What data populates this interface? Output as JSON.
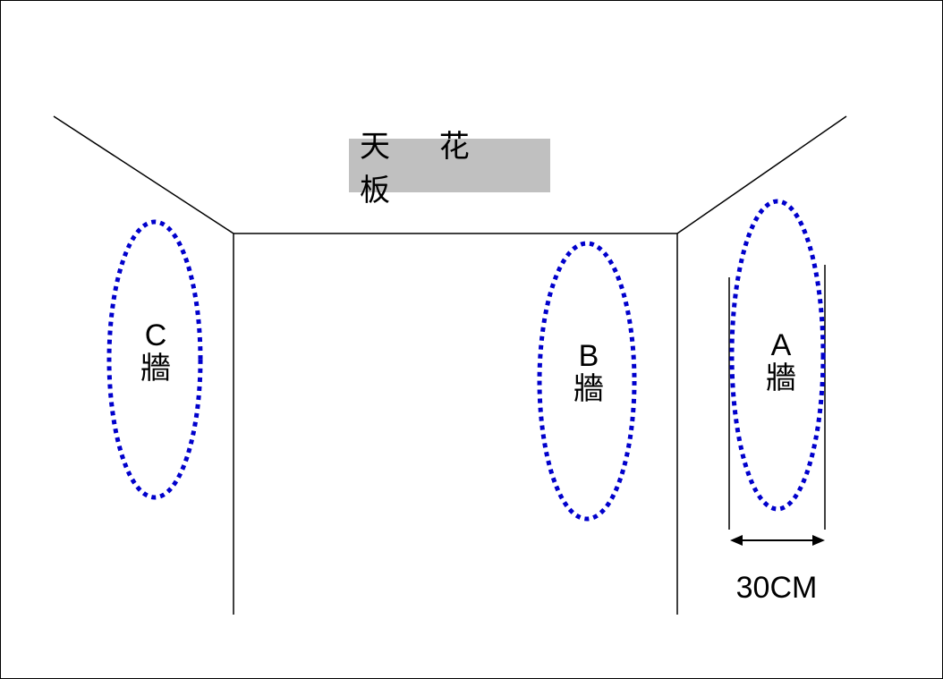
{
  "ceiling": {
    "label": "天 花 板"
  },
  "walls": [
    {
      "letter": "C",
      "char": "牆"
    },
    {
      "letter": "B",
      "char": "牆"
    },
    {
      "letter": "A",
      "char": "牆"
    }
  ],
  "measurement": {
    "label": "30CM"
  },
  "colors": {
    "ellipse": "#0000cc",
    "ceiling_fill": "#c0c0c0",
    "line": "#000000"
  }
}
